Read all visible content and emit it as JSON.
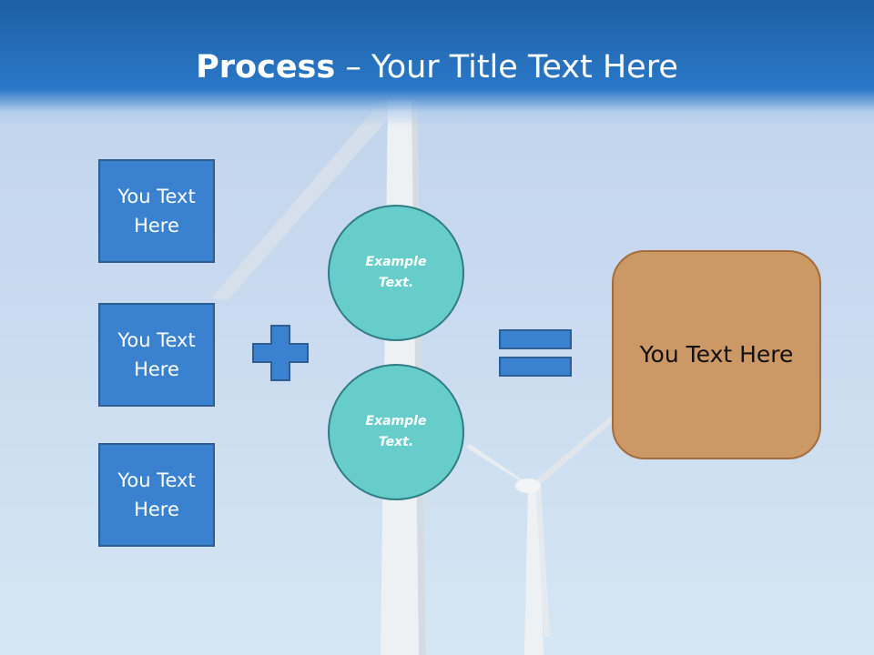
{
  "slide": {
    "title_bold": "Process",
    "title_rest": " – Your Title Text Here"
  },
  "left_boxes": [
    {
      "label": "You Text Here"
    },
    {
      "label": "You Text Here"
    },
    {
      "label": "You Text Here"
    }
  ],
  "operators": {
    "plus": "plus-icon",
    "equals": "equals-icon"
  },
  "circles": [
    {
      "label": "Example Text."
    },
    {
      "label": "Example Text."
    }
  ],
  "result_box": {
    "label": "You Text Here"
  },
  "colors": {
    "header": "#2a78c8",
    "box_fill": "#3a82cf",
    "circle_fill": "#66cdcb",
    "result_fill": "#cc9866"
  }
}
